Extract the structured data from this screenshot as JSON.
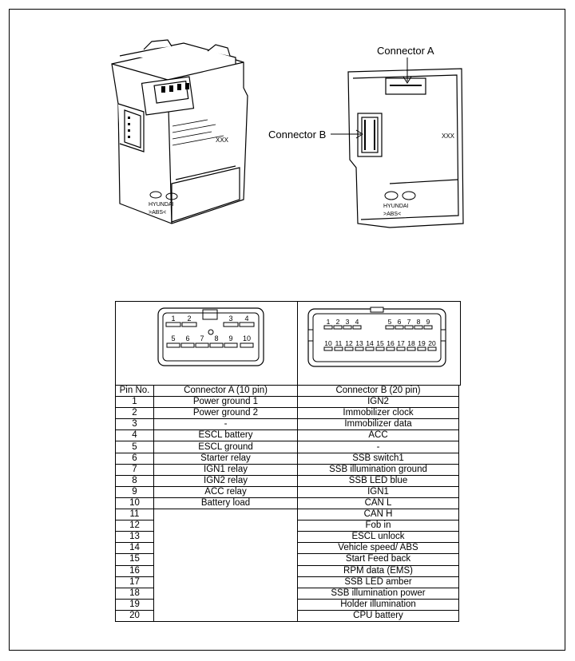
{
  "callouts": {
    "connector_a": "Connector A",
    "connector_b": "Connector B"
  },
  "module_marking": {
    "brand": "HYUNDAI",
    "abs_mark": ">ABS<",
    "case_text": "XXX"
  },
  "connector_a_pins": {
    "row1": [
      "1",
      "2",
      "3",
      "4"
    ],
    "row2": [
      "5",
      "6",
      "7",
      "8",
      "9",
      "10"
    ]
  },
  "connector_b_pins": {
    "row1": [
      "1",
      "2",
      "3",
      "4",
      "5",
      "6",
      "7",
      "8",
      "9"
    ],
    "row2": [
      "10",
      "11",
      "12",
      "13",
      "14",
      "15",
      "16",
      "17",
      "18",
      "19",
      "20"
    ]
  },
  "table": {
    "headers": [
      "Pin No.",
      "Connector A (10 pin)",
      "Connector B (20 pin)"
    ],
    "rows": [
      {
        "pin": "1",
        "a": "Power ground 1",
        "b": "IGN2"
      },
      {
        "pin": "2",
        "a": "Power ground 2",
        "b": "Immobilizer clock"
      },
      {
        "pin": "3",
        "a": "-",
        "b": "Immobilizer data"
      },
      {
        "pin": "4",
        "a": "ESCL battery",
        "b": "ACC"
      },
      {
        "pin": "5",
        "a": "ESCL ground",
        "b": "-"
      },
      {
        "pin": "6",
        "a": "Starter relay",
        "b": "SSB switch1"
      },
      {
        "pin": "7",
        "a": "IGN1 relay",
        "b": "SSB illumination ground"
      },
      {
        "pin": "8",
        "a": "IGN2 relay",
        "b": "SSB LED blue"
      },
      {
        "pin": "9",
        "a": "ACC relay",
        "b": "IGN1"
      },
      {
        "pin": "10",
        "a": "Battery load",
        "b": "CAN L"
      },
      {
        "pin": "11",
        "a": "",
        "b": "CAN H"
      },
      {
        "pin": "12",
        "a": "",
        "b": "Fob in"
      },
      {
        "pin": "13",
        "a": "",
        "b": "ESCL unlock"
      },
      {
        "pin": "14",
        "a": "",
        "b": "Vehicle speed/ ABS"
      },
      {
        "pin": "15",
        "a": "",
        "b": "Start Feed back"
      },
      {
        "pin": "16",
        "a": "",
        "b": "RPM data (EMS)"
      },
      {
        "pin": "17",
        "a": "",
        "b": "SSB LED amber"
      },
      {
        "pin": "18",
        "a": "",
        "b": "SSB illumination power"
      },
      {
        "pin": "19",
        "a": "",
        "b": "Holder illumination"
      },
      {
        "pin": "20",
        "a": "",
        "b": "CPU battery"
      }
    ]
  }
}
